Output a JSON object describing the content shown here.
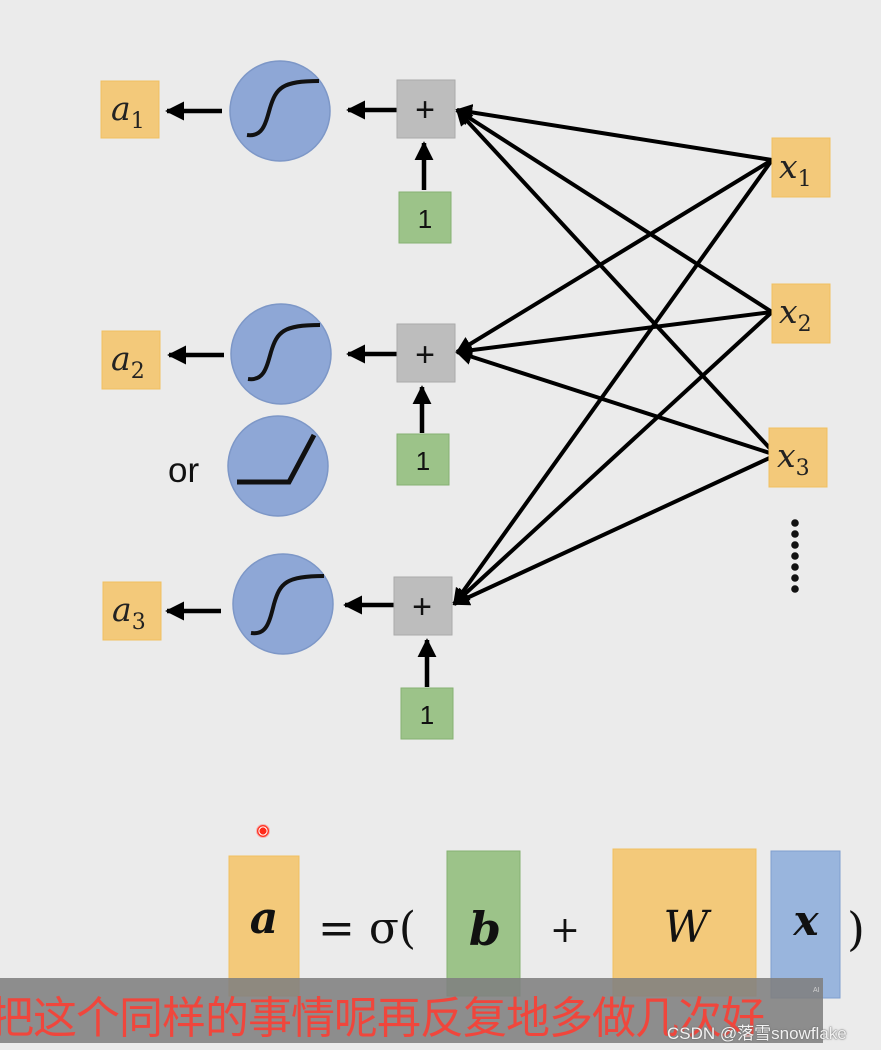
{
  "diagram": {
    "outputs": [
      {
        "label": "a",
        "subscript": "1"
      },
      {
        "label": "a",
        "subscript": "2"
      },
      {
        "label": "a",
        "subscript": "3"
      }
    ],
    "activations": [
      "sigmoid",
      "sigmoid",
      "sigmoid"
    ],
    "alternative_activation": {
      "connector_text": "or",
      "type": "relu"
    },
    "sum_nodes": [
      {
        "symbol": "+",
        "bias": "1"
      },
      {
        "symbol": "+",
        "bias": "1"
      },
      {
        "symbol": "+",
        "bias": "1"
      }
    ],
    "inputs": [
      {
        "label": "x",
        "subscript": "1"
      },
      {
        "label": "x",
        "subscript": "2"
      },
      {
        "label": "x",
        "subscript": "3"
      }
    ],
    "more_inputs_indicator": "vertical-ellipsis",
    "edges": "fully-connected: every input x_i connects to every sum node",
    "colors": {
      "output_box": "#f3c97a",
      "input_box": "#f3c97a",
      "activation_circle": "#8ea7d6",
      "sum_box": "#bdbdbd",
      "bias_box": "#9cc389",
      "vector_b": "#9cc389",
      "matrix_W": "#f3c97a",
      "vector_x": "#99b5dd"
    }
  },
  "equation": {
    "lhs": "a",
    "equals_sigma": "= σ(",
    "b": "b",
    "plus": "+",
    "W": "W",
    "x": "x",
    "close": ")"
  },
  "subtitle": {
    "text": "把这个同样的事情呢再反复地多做几次好",
    "ai_tag": "AI"
  },
  "watermark": "CSDN @落雪snowflake"
}
